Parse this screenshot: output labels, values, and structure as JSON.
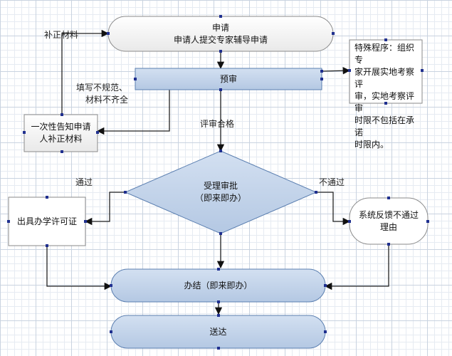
{
  "nodes": {
    "apply_title": "申请",
    "apply_sub": "申请人提交专家辅导申请",
    "preview": "预审",
    "special_line1": "特殊程序：组织专",
    "special_line2": "家开展实地考察评",
    "special_line3": "审，实地考察评审",
    "special_line4": "时限不包括在承诺",
    "special_line5": "时限内。",
    "notify_line1": "一次性告知申请",
    "notify_line2": "人补正材料",
    "decision_line1": "受理审批",
    "decision_line2": "（即来即办）",
    "license": "出具办学许可证",
    "feedback_line1": "系统反馈不通过",
    "feedback_line2": "理由",
    "complete": "办结（即来即办）",
    "deliver": "送达"
  },
  "labels": {
    "supplement": "补正材料",
    "incomplete_line1": "填写不规范、",
    "incomplete_line2": "材料不齐全",
    "qualified": "评审合格",
    "pass": "通过",
    "fail": "不通过"
  },
  "colors": {
    "blue_fill": "#c3d4ea",
    "blue_stroke": "#5b7fb0",
    "white_fill": "#ffffff",
    "gray_stroke": "#8a8a8a",
    "handle": "#1f2f8f"
  }
}
